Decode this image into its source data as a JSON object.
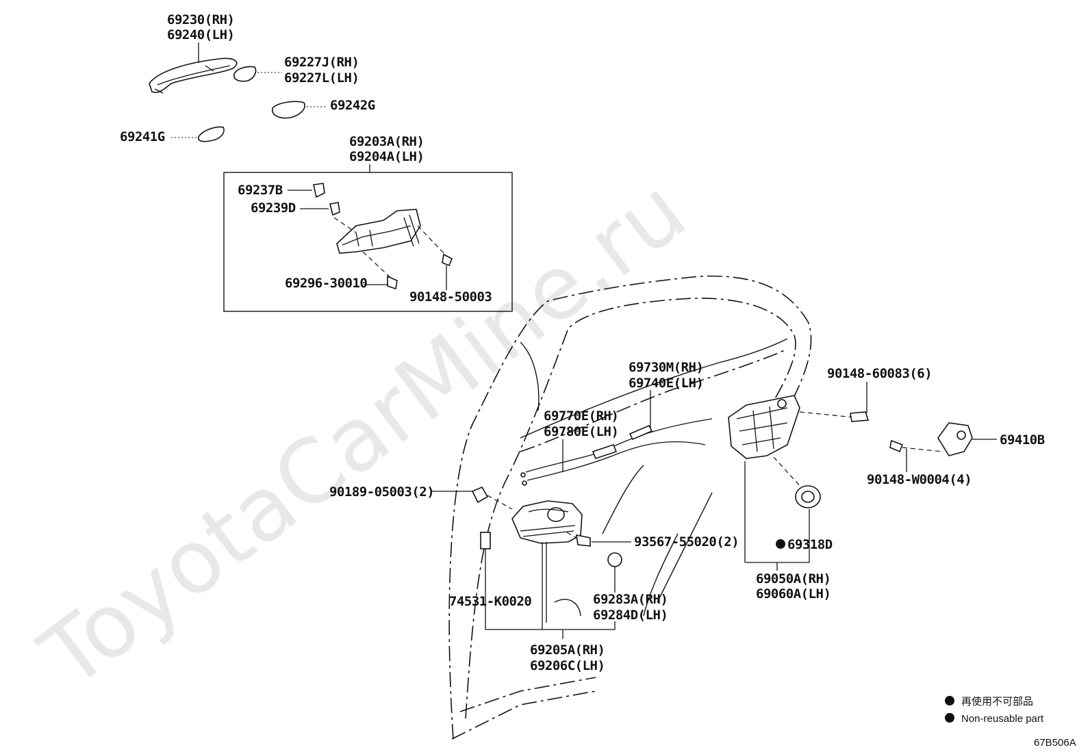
{
  "watermark": "ToyotaCarMine.ru",
  "figure_code": "67B506A",
  "parts": {
    "p69230": "69230(RH)",
    "p69240": "69240(LH)",
    "p69227J": "69227J(RH)",
    "p69227L": "69227L(LH)",
    "p69242G": "69242G",
    "p69241G": "69241G",
    "p69203A": "69203A(RH)",
    "p69204A": "69204A(LH)",
    "p69237B": "69237B",
    "p69239D": "69239D",
    "p69296": "69296-30010",
    "p90148_50003": "90148-50003",
    "p69730M": "69730M(RH)",
    "p69740E": "69740E(LH)",
    "p69770E": "69770E(RH)",
    "p69780E": "69780E(LH)",
    "p90148_60083": "90148-60083(6)",
    "p69410B": "69410B",
    "p90148_W0004": "90148-W0004(4)",
    "p90189": "90189-05003(2)",
    "p93567": "93567-55020(2)",
    "p69318D": "69318D",
    "p69050A": "69050A(RH)",
    "p69060A": "69060A(LH)",
    "p74531": "74531-K0020",
    "p69283A": "69283A(RH)",
    "p69284D": "69284D(LH)",
    "p69205A": "69205A(RH)",
    "p69206C": "69206C(LH)"
  },
  "legend": {
    "japanese": "再使用不可部品",
    "english": "Non-reusable part"
  }
}
